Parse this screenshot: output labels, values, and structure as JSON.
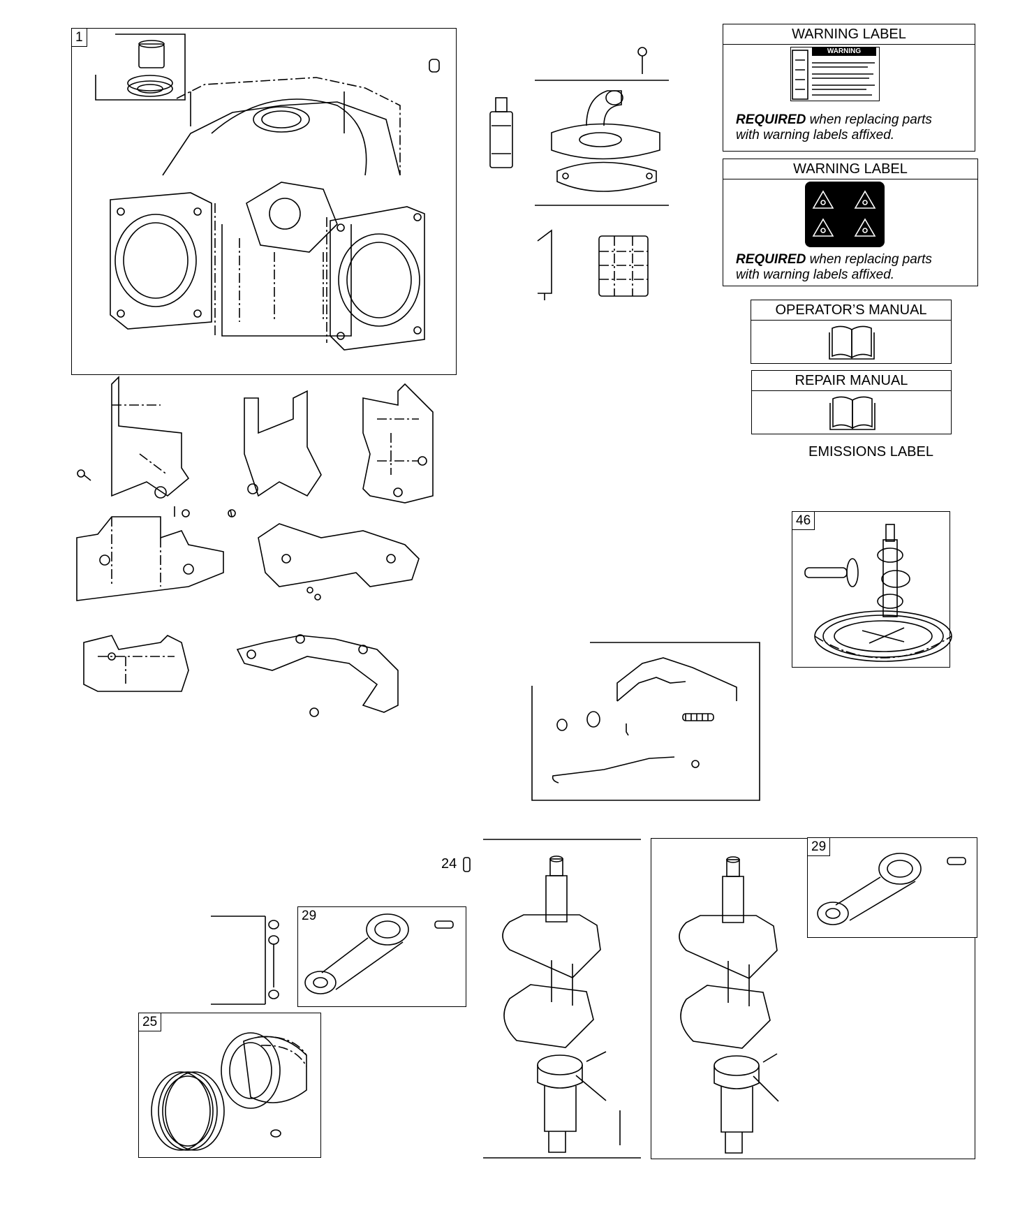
{
  "callouts": {
    "block": "1",
    "cam": "46",
    "rod_small": "29",
    "rod_right": "29",
    "piston": "25",
    "dowel": "24"
  },
  "labels": {
    "warning1": {
      "title": "WARNING LABEL",
      "tag": "WARNING",
      "required": "REQUIRED",
      "note_line1": " when replacing parts",
      "note_line2": "with warning labels affixed."
    },
    "warning2": {
      "title": "WARNING LABEL",
      "required": "REQUIRED",
      "note_line1": " when replacing parts",
      "note_line2": "with warning labels affixed."
    },
    "operators_manual": "OPERATOR’S MANUAL",
    "repair_manual": "REPAIR MANUAL",
    "emissions_label": "EMISSIONS LABEL"
  },
  "icons": [
    "book-icon",
    "hazard-pictogram-icon",
    "warning-decal-icon"
  ]
}
